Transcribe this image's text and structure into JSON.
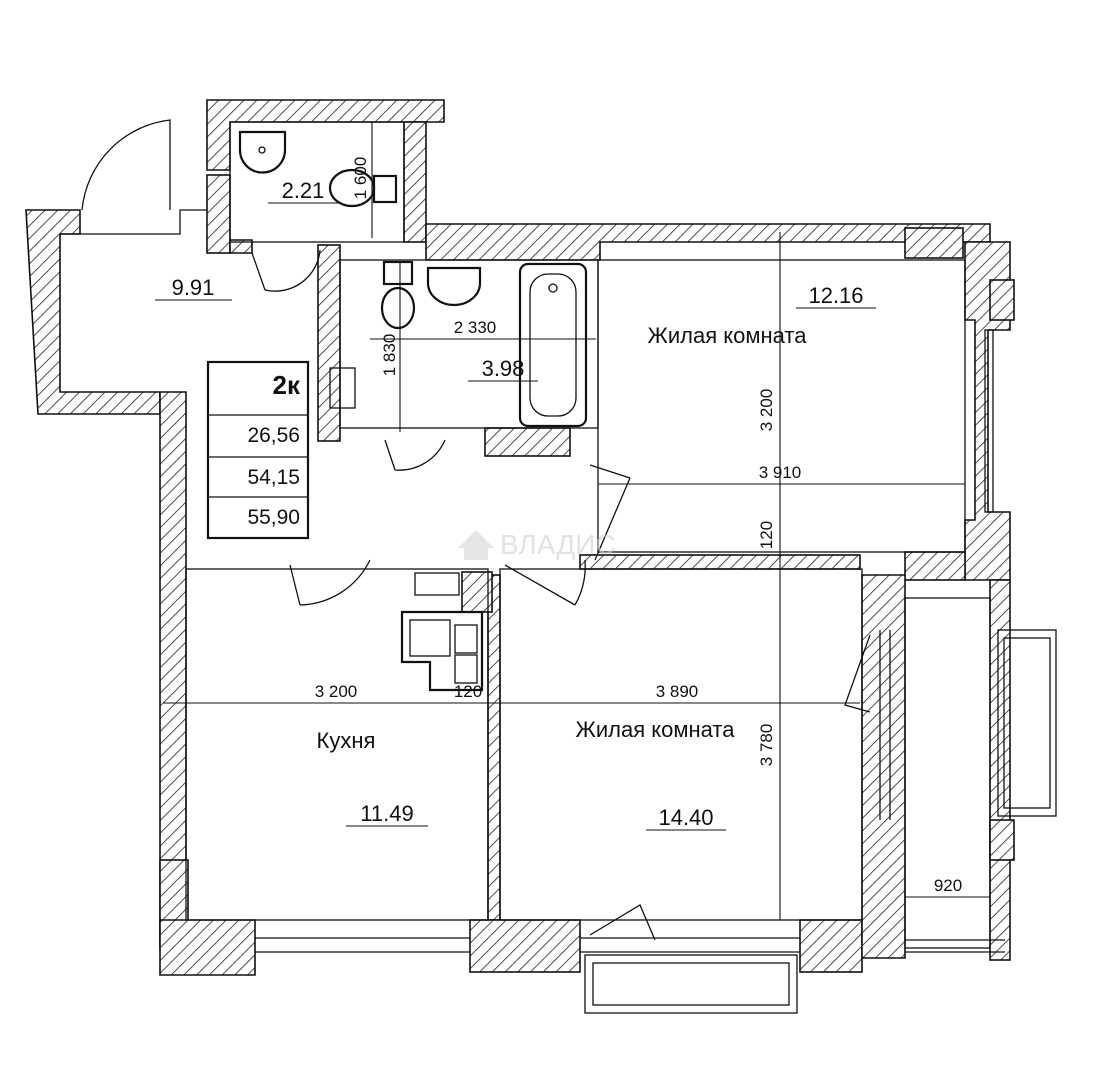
{
  "summary": {
    "type": "2к",
    "values": [
      "26,56",
      "54,15",
      "55,90"
    ]
  },
  "rooms": {
    "loggia_left_area": "9.91",
    "wc_area": "2.21",
    "bath_area": "3.98",
    "bedroom_area": "12.16",
    "bedroom_name": "Жилая комната",
    "kitchen_name": "Кухня",
    "kitchen_area": "11.49",
    "living_name": "Жилая комната",
    "living_area": "14.40"
  },
  "dimensions": {
    "bath_width": "2 330",
    "bath_height": "1 830",
    "wc_height": "1 600",
    "bedroom_height": "3 200",
    "bedroom_width": "3 910",
    "wall_thickness": "120",
    "kitchen_width": "3 200",
    "partition": "120",
    "living_width": "3 890",
    "living_height": "3 780",
    "balcony_width": "920"
  },
  "watermark": "ВЛАДИС",
  "watermark_icon": "house-icon"
}
